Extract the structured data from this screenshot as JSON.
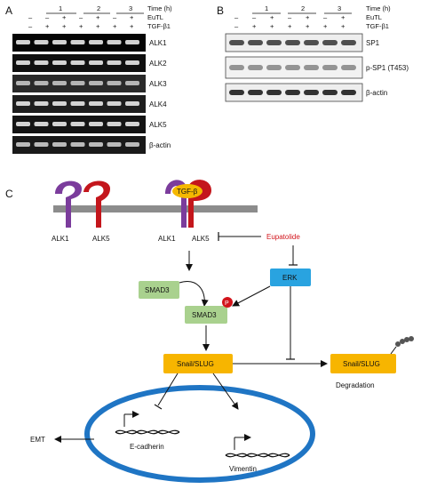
{
  "panels": {
    "a": {
      "label": "A"
    },
    "b": {
      "label": "B"
    },
    "c": {
      "label": "C"
    }
  },
  "conditions": {
    "time_label": "Time (h)",
    "eutl_label": "EuTL",
    "tgf_label": "TGF-β1",
    "group_numbers": [
      "1",
      "2",
      "3"
    ],
    "signs_eutl": [
      "–",
      "–",
      "+",
      "–",
      "+",
      "–",
      "+"
    ],
    "signs_tgf": [
      "–",
      "+",
      "+",
      "+",
      "+",
      "+",
      "+"
    ]
  },
  "blots_a": [
    "ALK1",
    "ALK2",
    "ALK3",
    "ALK4",
    "ALK5",
    "β-actin"
  ],
  "blots_b": [
    "SP1",
    "p-SP1 (T453)",
    "β-actin"
  ],
  "diagram": {
    "receptors": {
      "alk1_left": "ALK1",
      "alk5_left": "ALK5",
      "tgfb": "TGF-β",
      "alk1_right": "ALK1",
      "alk5_right": "ALK5"
    },
    "inhibitor": "Eupatolide",
    "erk": "ERK",
    "smad3_top": "SMAD3",
    "smad3_bottom": "SMAD3",
    "phospho": "P",
    "snail_center": "Snail/SLUG",
    "snail_right": "Snail/SLUG",
    "degradation": "Degradation",
    "emt": "EMT",
    "ecadherin": "E-cadherin",
    "vimentin": "Vimentin"
  },
  "colors": {
    "purple": "#7b3c9c",
    "red": "#c4161c",
    "tgfb_yellow": "#f5b800",
    "smad_green": "#a9d18e",
    "erk_blue": "#29a3e0",
    "snail_orange": "#f7b500",
    "nucleus_blue": "#1f75c4",
    "membrane_gray": "#8c8c8c"
  }
}
